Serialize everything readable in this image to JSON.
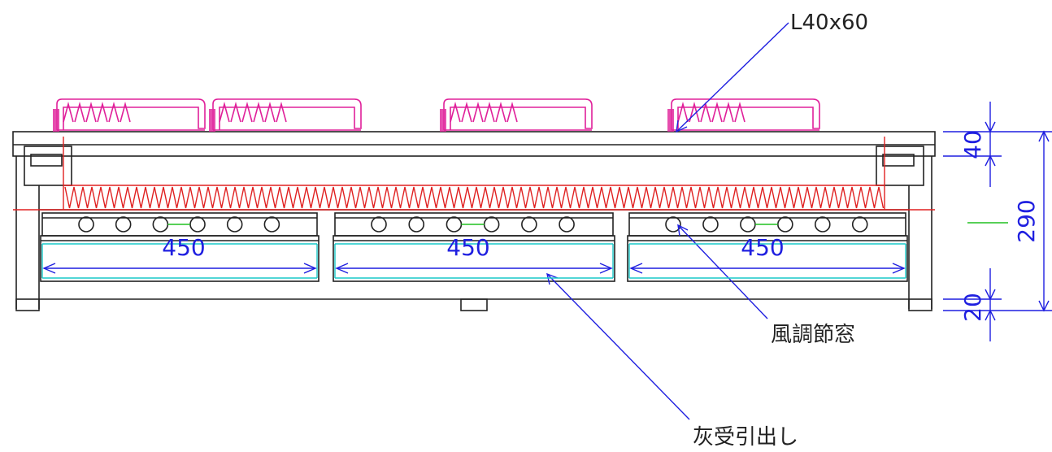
{
  "annotations": {
    "angle_steel": "L40x60",
    "air_window": "風調節窓",
    "ash_drawer": "灰受引出し"
  },
  "dimensions": {
    "top_thickness": "40",
    "total_height": "290",
    "bottom_thickness": "20",
    "drawer_width_1": "450",
    "drawer_width_2": "450",
    "drawer_width_3": "450"
  },
  "colors": {
    "structure": "#222222",
    "dimension": "#1f1fe0",
    "grate": "#e0209a",
    "firebar": "#e02020",
    "drawer_edge": "#18c8c8",
    "center_mark": "#20c020"
  }
}
